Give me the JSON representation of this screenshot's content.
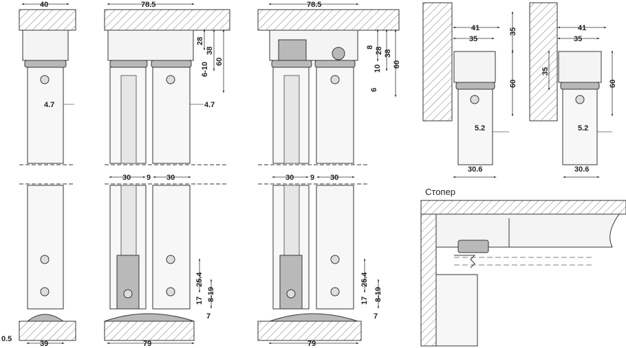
{
  "title_stopper": "Стопер",
  "dims": {
    "d40": "40",
    "d4_7_a": "4.7",
    "d0_5": "0.5",
    "d39": "39",
    "d78_5_a": "78.5",
    "d28_a": "28",
    "d38_a": "38",
    "d60_a": "60",
    "d6_10_a": "6-10",
    "d4_7_b": "4.7",
    "d30_a": "30",
    "d9_a": "9",
    "d30_b": "30",
    "d25_4_a": "25.4",
    "d8_19_a": "8-19",
    "d17_a": "17",
    "d7_a": "7",
    "d79_a": "79",
    "d78_5_b": "78.5",
    "d8_b": "8",
    "d28_b": "28",
    "d38_b": "38",
    "d60_b": "60",
    "d10_b": "10",
    "d6_b": "6",
    "d30_c": "30",
    "d9_b": "9",
    "d30_d": "30",
    "d25_4_b": "25.4",
    "d8_19_b": "8-19",
    "d17_b": "17",
    "d7_b": "7",
    "d79_b": "79",
    "d41_a": "41",
    "d35_a": "35",
    "d35_b": "35",
    "d60_c": "60",
    "d5_2_a": "5.2",
    "d30_6_a": "30.6",
    "d41_b": "41",
    "d35_c": "35",
    "d35_d": "35",
    "d60_d": "60",
    "d5_2_b": "5.2",
    "d30_6_b": "30.6"
  }
}
